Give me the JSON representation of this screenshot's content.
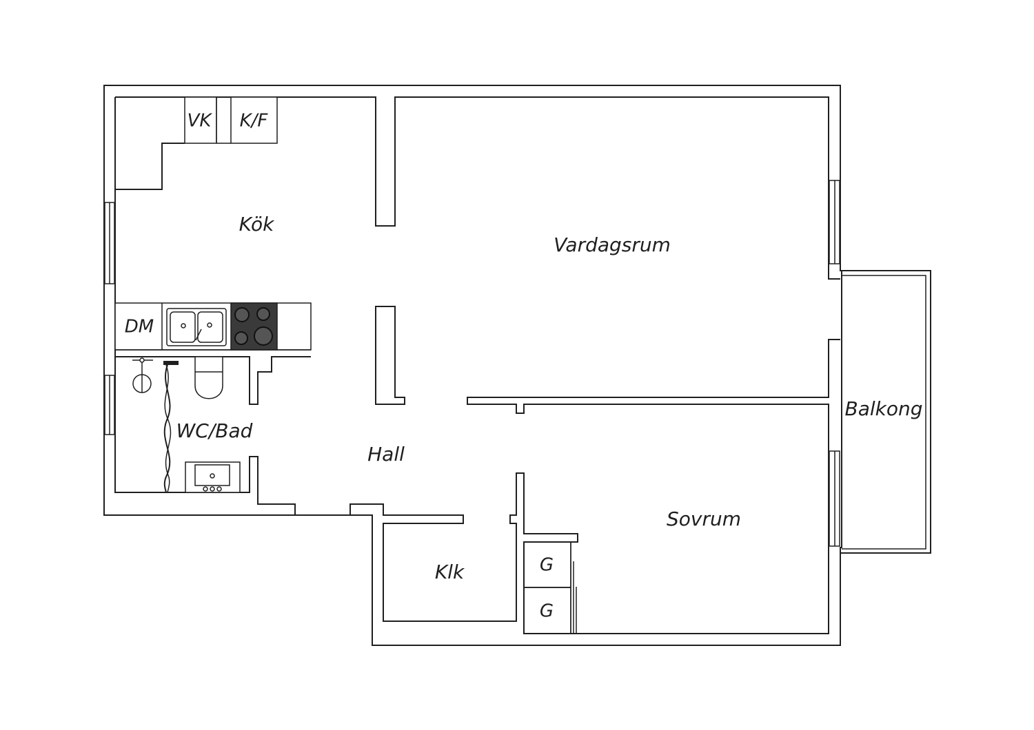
{
  "rooms": {
    "kitchen": "Kök",
    "living_room": "Vardagsrum",
    "hall": "Hall",
    "bathroom": "WC/Bad",
    "bedroom": "Sovrum",
    "closet": "Klk",
    "balcony": "Balkong"
  },
  "fixtures": {
    "freezer": "VK",
    "fridge_freezer": "K/F",
    "dishwasher": "DM",
    "wardrobe_1": "G",
    "wardrobe_2": "G"
  }
}
